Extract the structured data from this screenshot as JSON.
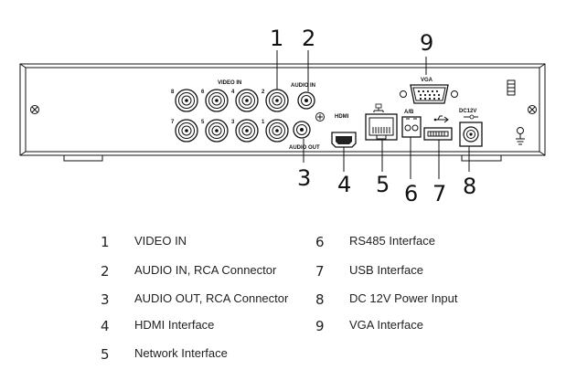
{
  "panel_labels": {
    "video_in": "VIDEO IN",
    "audio_in": "AUDIO IN",
    "audio_out": "AUDIO OUT",
    "hdmi": "HDMI",
    "rs485": "A/B",
    "vga": "VGA",
    "power": "DC12V",
    "bnc_numbers": [
      "8",
      "6",
      "4",
      "2",
      "7",
      "5",
      "3",
      "1"
    ]
  },
  "callouts": [
    "1",
    "2",
    "3",
    "4",
    "5",
    "6",
    "7",
    "8",
    "9"
  ],
  "legend": [
    {
      "num": "1",
      "text": "VIDEO IN"
    },
    {
      "num": "2",
      "text": "AUDIO IN, RCA Connector"
    },
    {
      "num": "3",
      "text": "AUDIO OUT, RCA Connector"
    },
    {
      "num": "4",
      "text": "HDMI Interface"
    },
    {
      "num": "5",
      "text": "Network Interface"
    },
    {
      "num": "6",
      "text": "RS485 Interface"
    },
    {
      "num": "7",
      "text": "USB Interface"
    },
    {
      "num": "8",
      "text": "DC 12V Power Input"
    },
    {
      "num": "9",
      "text": "VGA Interface"
    }
  ]
}
